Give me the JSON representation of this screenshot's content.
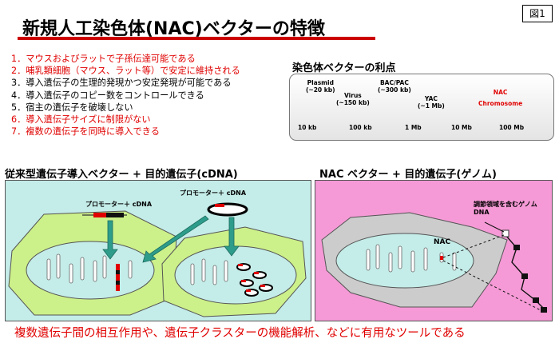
{
  "title": "新規人工染色体(NAC)ベクターの特徴",
  "figure_label": "図1",
  "features": [
    {
      "text": "1．マウスおよびラットで子孫伝達可能である",
      "color": "#e00000"
    },
    {
      "text": "2．哺乳類細胞（マウス、ラット等）で安定に維持される",
      "color": "#e00000"
    },
    {
      "text": "3．導入遺伝子の生理的発現かつ安定発現が可能である",
      "color": "#000000"
    },
    {
      "text": "4．導入遺伝子のコピー数をコントロールできる",
      "color": "#000000"
    },
    {
      "text": "5．宿主の遺伝子を破壊しない",
      "color": "#000000"
    },
    {
      "text": "6．導入遺伝子サイズに制限がない",
      "color": "#e00000"
    },
    {
      "text": "7．複数の遺伝子を同時に導入できる",
      "color": "#e00000"
    }
  ],
  "merit": {
    "title": "染色体ベクターの利点",
    "vectors": {
      "plasmid": {
        "name": "Plasmid",
        "size": "(~20 kb)"
      },
      "virus": {
        "name": "Virus",
        "size": "(~150 kb)"
      },
      "bac": {
        "name": "BAC/PAC",
        "size": "(~300 kb)"
      },
      "yac": {
        "name": "YAC",
        "size": "(~1 Mb)"
      },
      "nac": {
        "name": "NAC",
        "sub": "Chromosome"
      }
    },
    "scale": [
      "10 kb",
      "100 kb",
      "1 Mb",
      "10 Mb",
      "100 Mb"
    ]
  },
  "left_panel": {
    "heading": "従来型遺伝子導入ベクター + 目的遺伝子(cDNA)",
    "label1": "プロモーター＋ cDNA",
    "label2": "プロモーター＋ cDNA"
  },
  "right_panel": {
    "heading": "NAC ベクター + 目的遺伝子(ゲノム)",
    "label_genome": "調節領域を含むゲノム",
    "label_genome2": "DNA",
    "label_nac": "NAC"
  },
  "bottom_text": "複数遺伝子間の相互作用や、遺伝子クラスターの機能解析、などに有用なツールである",
  "colors": {
    "accent_red": "#e00000",
    "left_bg": "#c4ece8",
    "right_bg": "#f59ad6",
    "cell": "#ccf08a",
    "nucleus": "#c4ece8"
  }
}
